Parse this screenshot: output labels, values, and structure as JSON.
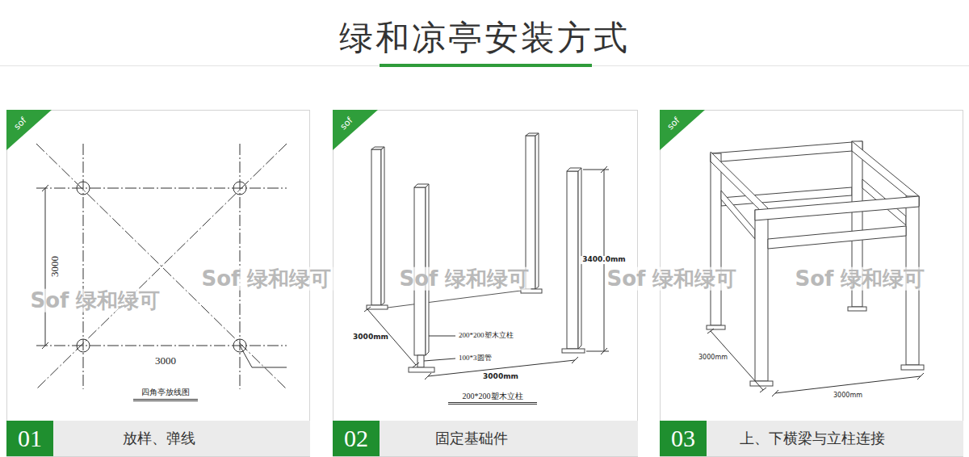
{
  "diagram": {
    "title": "绿和凉亭安装方式",
    "nodes": [
      {
        "text": [
          "sof"
        ]
      },
      {
        "text": [
          "放样、弹线"
        ]
      },
      {
        "text": [
          "01"
        ],
        "in": 1
      },
      {
        "text": [
          "sof"
        ]
      },
      {
        "text": [
          "固定基础件"
        ]
      },
      {
        "text": [
          "02"
        ],
        "in": 4
      },
      {
        "text": [
          "sof"
        ]
      },
      {
        "text": [
          "上、下横梁与立柱连接"
        ]
      },
      {
        "text": [
          "03"
        ],
        "in": 7
      }
    ],
    "labels": [
      "3000",
      "3000",
      "四角亭放线图",
      "3400.0mm",
      "3000mm",
      "200*200塑木立柱",
      "100*3圆管",
      "3000mm",
      "200*200塑木立柱",
      "3000mm",
      "3000mm",
      "Sof 绿和绿可",
      "Sof 绿和绿可",
      "Sof 绿和绿可",
      "Sof 绿和绿可",
      "Sof 绿和绿可"
    ]
  }
}
